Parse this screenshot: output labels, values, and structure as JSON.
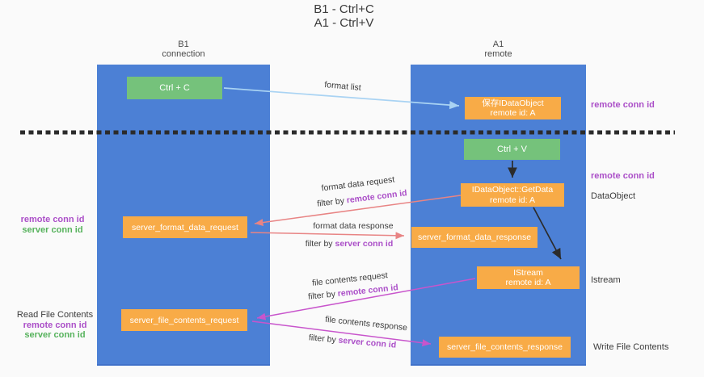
{
  "title": {
    "line1": "B1 - Ctrl+C",
    "line2": "A1 - Ctrl+V"
  },
  "lanes": {
    "left": {
      "name": "B1",
      "role": "connection"
    },
    "right": {
      "name": "A1",
      "role": "remote"
    }
  },
  "boxes": {
    "ctrl_c": {
      "label": "Ctrl + C"
    },
    "ctrl_v": {
      "label": "Ctrl + V"
    },
    "save_dataobject": {
      "line1": "保存IDataObject",
      "line2": "remote id: A"
    },
    "getdata": {
      "line1": "IDataObject::GetData",
      "line2": "remote id: A"
    },
    "istream": {
      "line1": "IStream",
      "line2": "remote id: A"
    },
    "format_request": {
      "label": "server_format_data_request"
    },
    "format_response": {
      "label": "server_format_data_response"
    },
    "file_request": {
      "label": "server_file_contents_request"
    },
    "file_response": {
      "label": "server_file_contents_response"
    }
  },
  "edge_labels": {
    "format_list": {
      "text": "format list"
    },
    "format_data_request": {
      "text": "format data request"
    },
    "format_data_request_filter": {
      "prefix": "filter by ",
      "highlight": "remote conn id"
    },
    "format_data_response": {
      "text": "format data response"
    },
    "format_data_response_filter": {
      "prefix": "filter by ",
      "highlight": "server conn id"
    },
    "file_contents_request": {
      "text": "file contents request"
    },
    "file_contents_request_filter": {
      "prefix": "filter by ",
      "highlight": "remote conn id"
    },
    "file_contents_response": {
      "text": "file contents response"
    },
    "file_contents_response_filter": {
      "prefix": "filter by ",
      "highlight": "server conn id"
    }
  },
  "side_labels": {
    "right_remote_conn_top": "remote conn id",
    "right_remote_conn_mid": "remote conn id",
    "dataobject": "DataObject",
    "istream": "Istream",
    "write_file_contents": "Write File Contents",
    "left_remote_conn_1": "remote conn id",
    "left_server_conn_1": "server conn id",
    "read_file_contents": "Read File Contents",
    "left_remote_conn_2": "remote conn id",
    "left_server_conn_2": "server conn id"
  },
  "colors": {
    "lane_blue": "#4c80d5",
    "box_green": "#75c27b",
    "box_orange": "#f8ab47",
    "arrow_lightblue": "#a9d3f3",
    "arrow_salmon": "#e88484",
    "arrow_magenta": "#c855cc",
    "arrow_black": "#2b2b2b",
    "dashed_divider": "#2b2b2b",
    "text_purple": "#ab4fc8",
    "text_green": "#56b25c"
  }
}
